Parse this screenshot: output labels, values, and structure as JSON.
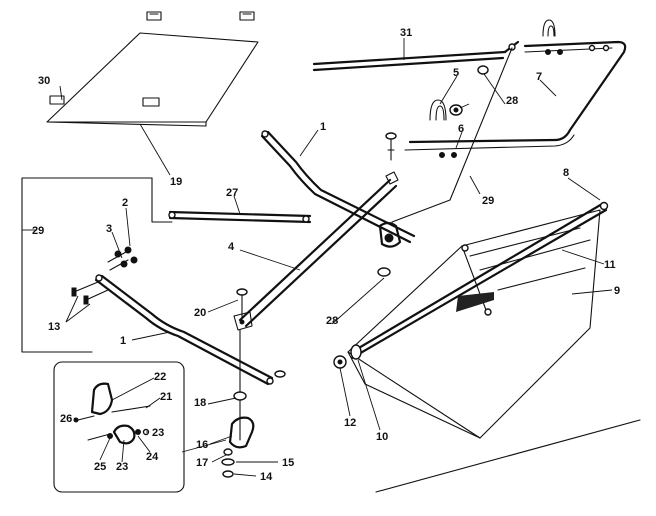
{
  "diagram": {
    "callouts": {
      "c1a": "1",
      "c1b": "1",
      "c2": "2",
      "c3": "3",
      "c4": "4",
      "c5": "5",
      "c6": "6",
      "c7": "7",
      "c8": "8",
      "c9": "9",
      "c10": "10",
      "c11": "11",
      "c12": "12",
      "c13": "13",
      "c14": "14",
      "c15": "15",
      "c16": "16",
      "c17": "17",
      "c18": "18",
      "c19": "19",
      "c20": "20",
      "c21": "21",
      "c22": "22",
      "c23a": "23",
      "c23b": "23",
      "c24": "24",
      "c25": "25",
      "c26": "26",
      "c27": "27",
      "c28a": "28",
      "c28b": "28",
      "c29a": "29",
      "c29b": "29",
      "c30": "30",
      "c31": "31"
    }
  }
}
